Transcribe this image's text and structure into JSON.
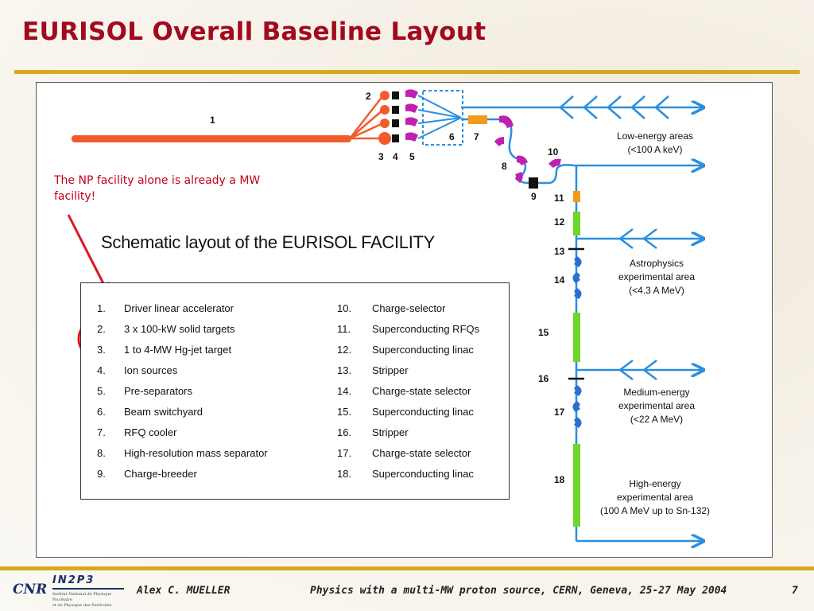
{
  "slide": {
    "title": "EURISOL Overall Baseline Layout",
    "page_number": "7"
  },
  "diagram": {
    "np_note": "The NP facility alone is already a MW facility!",
    "schematic_title": "Schematic layout of the EURISOL FACILITY",
    "labels": {
      "n1": "1",
      "n2": "2",
      "n3": "3",
      "n4": "4",
      "n5": "5",
      "n6": "6",
      "n7": "7",
      "n8": "8",
      "n9": "9",
      "n10": "10",
      "n11": "11",
      "n12": "12",
      "n13": "13",
      "n14": "14",
      "n15": "15",
      "n16": "16",
      "n17": "17",
      "n18": "18"
    },
    "areas": {
      "low_line1": "Low-energy areas",
      "low_line2": "(<100 A keV)",
      "astro_line1": "Astrophysics",
      "astro_line2": "experimental area",
      "astro_line3": "(<4.3 A MeV)",
      "medium_line1": "Medium-energy",
      "medium_line2": "experimental area",
      "medium_line3": "(<22 A MeV)",
      "high_line1": "High-energy",
      "high_line2": "experimental area",
      "high_line3": "(100 A MeV up to Sn-132)"
    },
    "legend": [
      {
        "num": "1.",
        "text": "Driver linear accelerator"
      },
      {
        "num": "2.",
        "text": "3 x 100-kW solid targets"
      },
      {
        "num": "3.",
        "text": "1 to 4-MW Hg-jet target"
      },
      {
        "num": "4.",
        "text": "Ion sources"
      },
      {
        "num": "5.",
        "text": "Pre-separators"
      },
      {
        "num": "6.",
        "text": "Beam switchyard"
      },
      {
        "num": "7.",
        "text": "RFQ cooler"
      },
      {
        "num": "8.",
        "text": "High-resolution mass separator"
      },
      {
        "num": "9.",
        "text": "Charge-breeder"
      },
      {
        "num": "10.",
        "text": "Charge-selector"
      },
      {
        "num": "11.",
        "text": "Superconducting RFQs"
      },
      {
        "num": "12.",
        "text": "Superconducting linac"
      },
      {
        "num": "13.",
        "text": "Stripper"
      },
      {
        "num": "14.",
        "text": "Charge-state selector"
      },
      {
        "num": "15.",
        "text": "Superconducting linac"
      },
      {
        "num": "16.",
        "text": "Stripper"
      },
      {
        "num": "17.",
        "text": "Charge-state selector"
      },
      {
        "num": "18.",
        "text": "Superconducting linac"
      }
    ],
    "colors": {
      "beam_line": "#2a8fe0",
      "driver": "#f25c2a",
      "magnet": "#c020b0",
      "linac": "#6fd62a",
      "rfq": "#f39a1a",
      "highlight": "#e0141e",
      "note_red": "#c40018"
    }
  },
  "footer": {
    "author": "Alex C. MUELLER",
    "event": "Physics with a multi-MW proton source, CERN, Geneva, 25-27 May 2004",
    "logo_cnrs": "CNRS",
    "logo_in2p3": "IN2P3",
    "logo_in2p3_sub1": "Institut National de Physique Nucléaire",
    "logo_in2p3_sub2": "et de Physique des Particules"
  }
}
